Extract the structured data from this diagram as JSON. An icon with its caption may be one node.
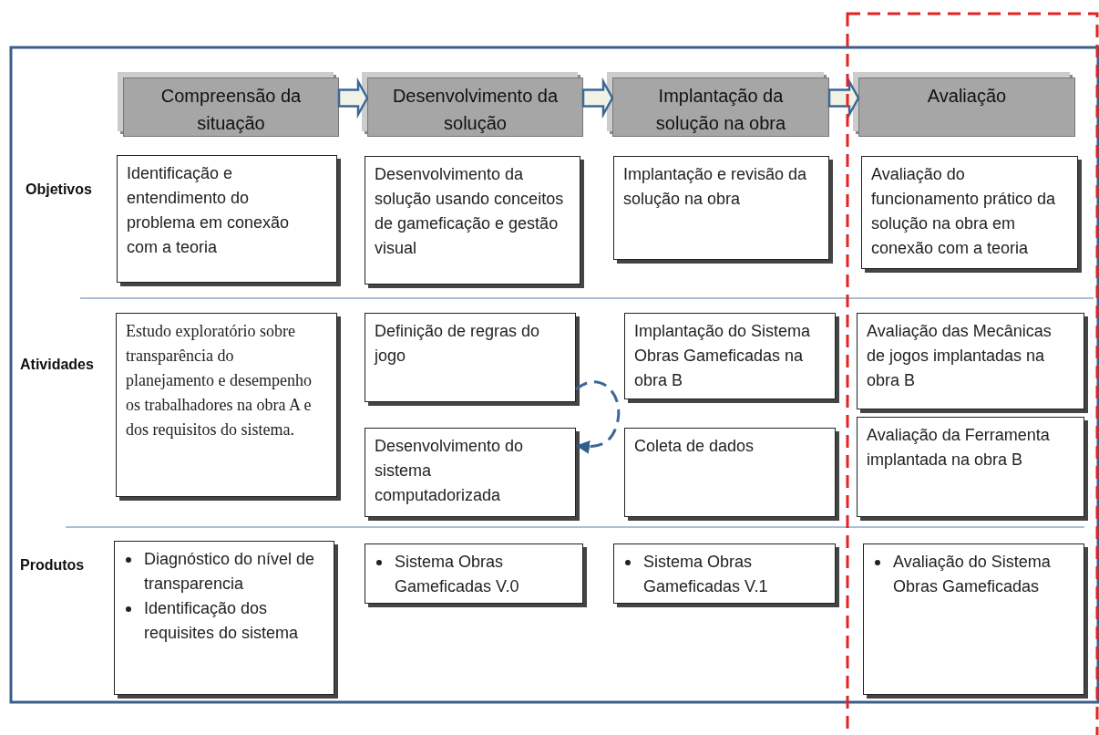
{
  "diagram": {
    "nodes": [
      {
        "text": [
          "Compreensão da situação"
        ]
      },
      {
        "text": [
          "Desenvolvimento da solução"
        ]
      },
      {
        "text": [
          "Implantação da solução na obra"
        ]
      },
      {
        "text": [
          "Avaliação"
        ]
      },
      {
        "text": [
          "Identificação e entendimento do problema em conexão com a teoria"
        ]
      },
      {
        "text": [
          "Desenvolvimento da solução usando conceitos de gameficação e gestão visual"
        ]
      },
      {
        "text": [
          "Implantação e revisão da solução na obra"
        ]
      },
      {
        "text": [
          "Avaliação do funcionamento prático da solução na obra em conexão com a teoria"
        ]
      },
      {
        "text": [
          "Estudo exploratório sobre transparência do planejamento e desempenho os trabalhadores na obra A e dos requisitos do sistema."
        ]
      },
      {
        "text": [
          "Definição de regras do jogo"
        ]
      },
      {
        "text": [
          "Desenvolvimento do sistema computadorizada"
        ]
      },
      {
        "text": [
          "Implantação do Sistema Obras Gameficadas na obra B"
        ]
      },
      {
        "text": [
          "Coleta de dados"
        ]
      },
      {
        "text": [
          "Avaliação das Mecânicas de jogos implantadas na obra B"
        ]
      },
      {
        "text": [
          "Avaliação da Ferramenta implantada na obra B"
        ]
      },
      {
        "text": [
          "Diagnóstico do nível de transparencia",
          "Identificação dos requisites do sistema"
        ]
      },
      {
        "text": [
          "Sistema Obras Gameficadas V.0"
        ]
      },
      {
        "text": [
          "Sistema Obras Gameficadas V.1"
        ]
      },
      {
        "text": [
          "Avaliação do Sistema Obras Gameficadas"
        ]
      }
    ],
    "edges": [
      {
        "from": 0,
        "to": 1,
        "arrow": "to"
      },
      {
        "from": 1,
        "to": 2,
        "arrow": "to"
      },
      {
        "from": 2,
        "to": 3,
        "arrow": "to"
      },
      {
        "from": 9,
        "to": 10,
        "arrow": "to",
        "style": "dashed"
      }
    ],
    "labels": [
      "Objetivos",
      "Atividades",
      "Produtos"
    ]
  }
}
